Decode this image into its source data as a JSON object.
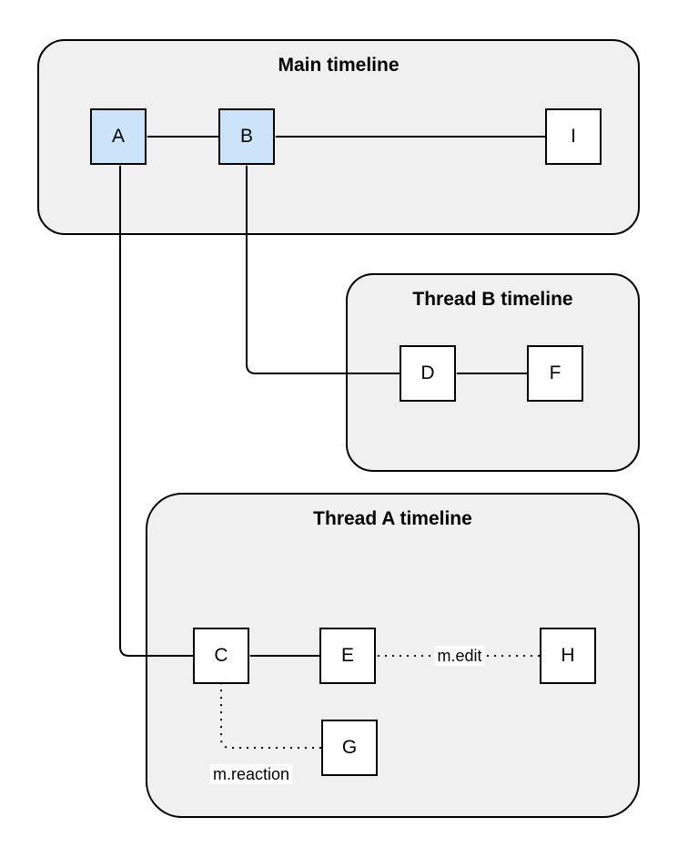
{
  "diagram": {
    "colors": {
      "canvas_bg": "#ffffff",
      "container_fill": "#f0f0f0",
      "container_stroke": "#000000",
      "node_fill": "#ffffff",
      "node_highlight_fill": "#cce4fa",
      "node_stroke": "#000000",
      "edge_color": "#000000",
      "edge_label_bg": "#ffffff"
    },
    "containers": [
      {
        "title": "Main timeline"
      },
      {
        "title": "Thread B timeline"
      },
      {
        "title": "Thread A timeline"
      }
    ],
    "nodes": [
      {
        "label": "A",
        "container": "Main timeline",
        "highlighted": true
      },
      {
        "label": "B",
        "container": "Main timeline",
        "highlighted": true
      },
      {
        "label": "I",
        "container": "Main timeline",
        "highlighted": false
      },
      {
        "label": "D",
        "container": "Thread B timeline",
        "highlighted": false
      },
      {
        "label": "F",
        "container": "Thread B timeline",
        "highlighted": false
      },
      {
        "label": "C",
        "container": "Thread A timeline",
        "highlighted": false
      },
      {
        "label": "E",
        "container": "Thread A timeline",
        "highlighted": false
      },
      {
        "label": "H",
        "container": "Thread A timeline",
        "highlighted": false
      },
      {
        "label": "G",
        "container": "Thread A timeline",
        "highlighted": false
      }
    ],
    "edges": [
      {
        "from": "B",
        "to": "A",
        "style": "solid",
        "label": ""
      },
      {
        "from": "I",
        "to": "B",
        "style": "solid",
        "label": ""
      },
      {
        "from": "F",
        "to": "D",
        "style": "solid",
        "label": ""
      },
      {
        "from": "E",
        "to": "C",
        "style": "solid",
        "label": ""
      },
      {
        "from": "D",
        "to": "B",
        "style": "solid",
        "label": ""
      },
      {
        "from": "C",
        "to": "A",
        "style": "solid",
        "label": ""
      },
      {
        "from": "H",
        "to": "E",
        "style": "dotted",
        "label": "m.edit"
      },
      {
        "from": "G",
        "to": "C",
        "style": "dotted",
        "label": "m.reaction"
      }
    ]
  }
}
